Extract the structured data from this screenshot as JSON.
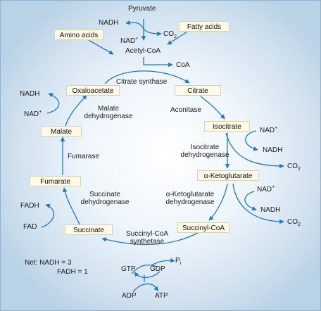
{
  "metabolites": {
    "pyruvate": "Pyruvate",
    "fatty_acids": "Fatty acids",
    "amino_acids": "Amino acids",
    "acetyl_coa": "Acetyl-CoA",
    "coa": "CoA",
    "oxaloacetate": "Oxaloacetate",
    "citrate": "Citrate",
    "isocitrate": "Isocitrate",
    "alpha_ketoglutarate": "α-Ketoglutarate",
    "succinyl_coa": "Succinyl-CoA",
    "succinate": "Succinate",
    "fumarate": "Fumarate",
    "malate": "Malate"
  },
  "enzymes": {
    "citrate_synthase": "Citrate synthase",
    "aconitase": "Aconitase",
    "isocitrate_dh_1": "Isocitrate",
    "isocitrate_dh_2": "dehydrogenase",
    "akg_dh_1": "α-Ketoglutarate",
    "akg_dh_2": "dehydrogenase",
    "succinyl_coa_synthetase_1": "Succinyl-CoA",
    "succinyl_coa_synthetase_2": "synthetase",
    "succinate_dh_1": "Succinate",
    "succinate_dh_2": "dehydrogenase",
    "fumarase": "Fumarase",
    "malate_dh_1": "Malate",
    "malate_dh_2": "dehydrogenase"
  },
  "cofactors": {
    "nadh": "NADH",
    "nad": "NAD",
    "plus": "+",
    "co": "CO",
    "two": "2",
    "fadh": "FADH",
    "fad": "FAD",
    "gtp": "GTP",
    "gdp": "GDP",
    "p": "P",
    "i": "i",
    "adp": "ADP",
    "atp": "ATP"
  },
  "net": {
    "line1": "Net: NADH = 3",
    "line2": "FADH = 1"
  },
  "colors": {
    "arrow": "#1f78c1",
    "box_fill": "#fefae8"
  }
}
